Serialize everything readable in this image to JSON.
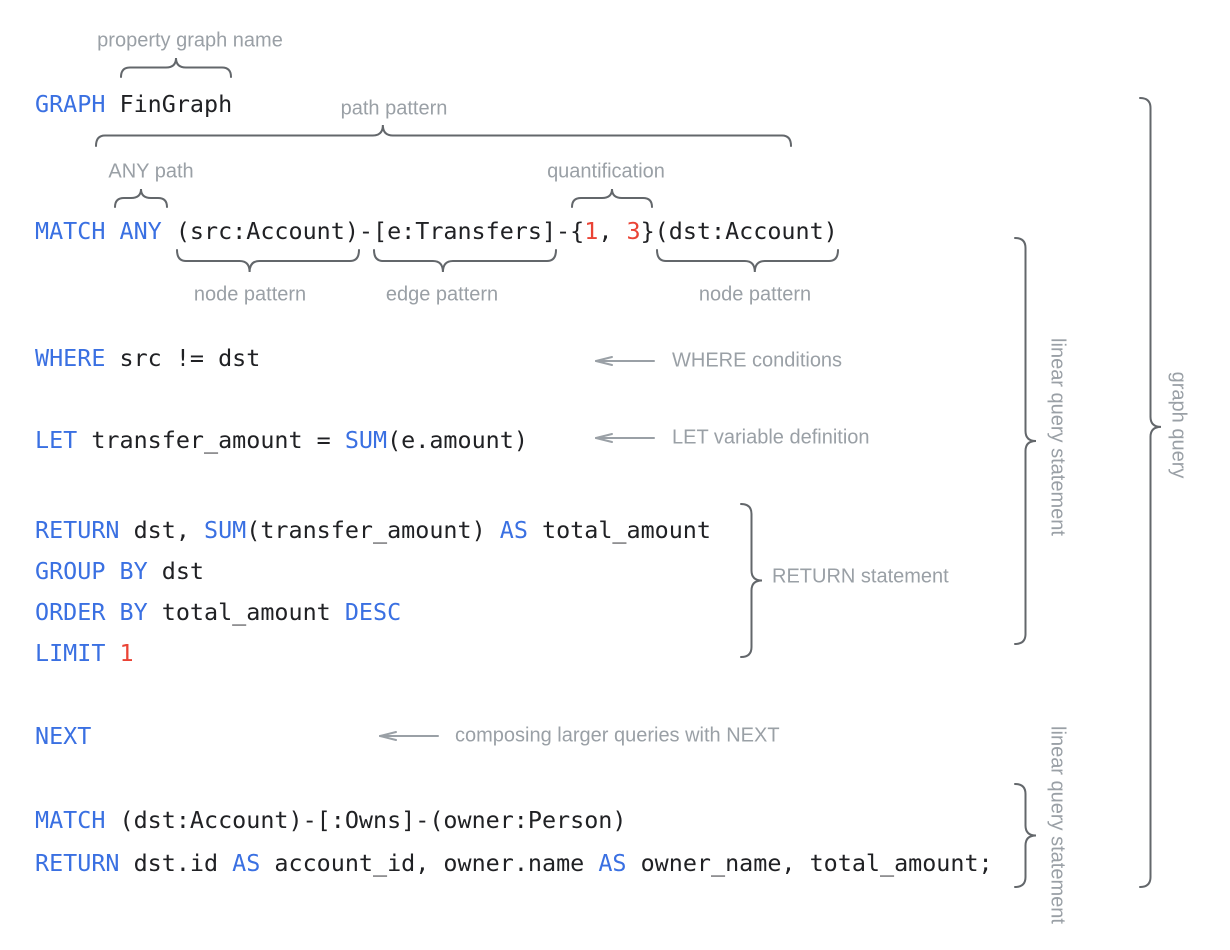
{
  "figure": {
    "background": "#ffffff",
    "colors": {
      "keyword": "#3a70e2",
      "number": "#ea4335",
      "code_text": "#202124",
      "annotation_gray": "#9aa0a6",
      "brace_gray": "#63676b"
    }
  },
  "code": {
    "lines": [
      {
        "id": "graph-clause",
        "segments": [
          {
            "t": "GRAPH",
            "c": "kw"
          },
          {
            "t": " FinGraph",
            "c": "pl"
          }
        ]
      },
      {
        "id": "match-any-clause",
        "segments": [
          {
            "t": "MATCH ANY",
            "c": "kw"
          },
          {
            "t": " (src:Account)-[e:Transfers]-{",
            "c": "pl"
          },
          {
            "t": "1",
            "c": "num"
          },
          {
            "t": ", ",
            "c": "pl"
          },
          {
            "t": "3",
            "c": "num"
          },
          {
            "t": "}(dst:Account)",
            "c": "pl"
          }
        ]
      },
      {
        "id": "where-clause",
        "segments": [
          {
            "t": "WHERE",
            "c": "kw"
          },
          {
            "t": " src != dst",
            "c": "pl"
          }
        ]
      },
      {
        "id": "let-clause",
        "segments": [
          {
            "t": "LET",
            "c": "kw"
          },
          {
            "t": " transfer_amount = ",
            "c": "pl"
          },
          {
            "t": "SUM",
            "c": "kw"
          },
          {
            "t": "(e.amount)",
            "c": "pl"
          }
        ]
      },
      {
        "id": "return-clause",
        "segments": [
          {
            "t": "RETURN",
            "c": "kw"
          },
          {
            "t": " dst, ",
            "c": "pl"
          },
          {
            "t": "SUM",
            "c": "kw"
          },
          {
            "t": "(transfer_amount) ",
            "c": "pl"
          },
          {
            "t": "AS",
            "c": "kw"
          },
          {
            "t": " total_amount",
            "c": "pl"
          }
        ]
      },
      {
        "id": "group-by-clause",
        "segments": [
          {
            "t": "GROUP BY",
            "c": "kw"
          },
          {
            "t": " dst",
            "c": "pl"
          }
        ]
      },
      {
        "id": "order-by-clause",
        "segments": [
          {
            "t": "ORDER BY",
            "c": "kw"
          },
          {
            "t": " total_amount ",
            "c": "pl"
          },
          {
            "t": "DESC",
            "c": "kw"
          }
        ]
      },
      {
        "id": "limit-clause",
        "segments": [
          {
            "t": "LIMIT",
            "c": "kw"
          },
          {
            "t": " ",
            "c": "pl"
          },
          {
            "t": "1",
            "c": "num"
          }
        ]
      },
      {
        "id": "next-clause",
        "segments": [
          {
            "t": "NEXT",
            "c": "kw"
          }
        ]
      },
      {
        "id": "match-owns-clause",
        "segments": [
          {
            "t": "MATCH",
            "c": "kw"
          },
          {
            "t": " (dst:Account)-[:Owns]-(owner:Person)",
            "c": "pl"
          }
        ]
      },
      {
        "id": "final-return-clause",
        "segments": [
          {
            "t": "RETURN",
            "c": "kw"
          },
          {
            "t": " dst.id ",
            "c": "pl"
          },
          {
            "t": "AS",
            "c": "kw"
          },
          {
            "t": " account_id, owner.name ",
            "c": "pl"
          },
          {
            "t": "AS",
            "c": "kw"
          },
          {
            "t": " owner_name, total_amount;",
            "c": "pl"
          }
        ]
      }
    ]
  },
  "annotations": {
    "property_graph_name": "property graph name",
    "path_pattern": "path pattern",
    "any_path": "ANY path",
    "quantification": "quantification",
    "node_pattern_src": "node pattern",
    "edge_pattern": "edge pattern",
    "node_pattern_dst": "node pattern",
    "where_conditions": "WHERE conditions",
    "let_variable_definition": "LET variable definition",
    "return_statement": "RETURN statement",
    "next_note": "composing larger queries with NEXT",
    "linear_query_statement_1": "linear query statement",
    "linear_query_statement_2": "linear query statement",
    "graph_query": "graph query"
  }
}
